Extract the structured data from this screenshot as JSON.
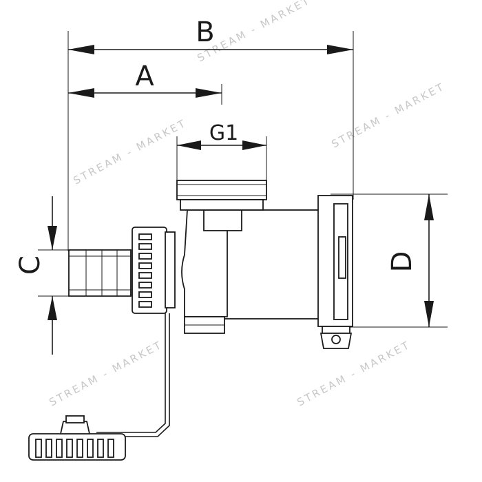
{
  "dimensions": {
    "A": "A",
    "B": "B",
    "C": "C",
    "D": "D",
    "G1": "G1"
  },
  "watermark": {
    "text": "STREAM - MARKET"
  },
  "colors": {
    "line": "#1a1a1a",
    "watermark": "#c8c8c8",
    "background": "#ffffff"
  }
}
